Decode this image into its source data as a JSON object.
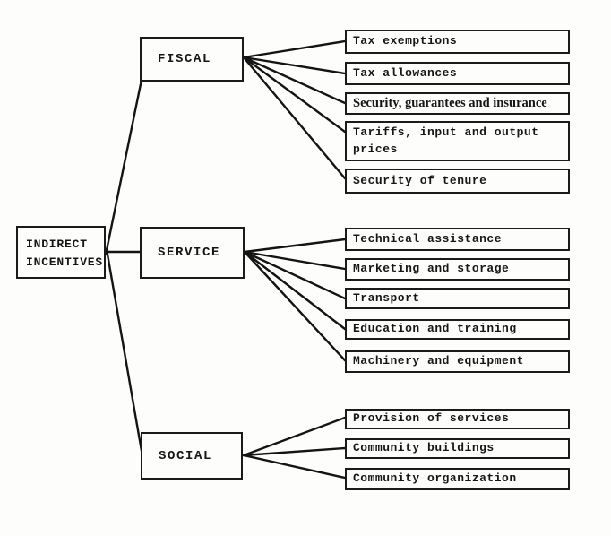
{
  "tree": {
    "root": {
      "line1": "INDIRECT",
      "line2": "INCENTIVES"
    },
    "branches": [
      {
        "label": "FISCAL",
        "leaves": [
          "Tax exemptions",
          "Tax allowances",
          "Security, guarantees and insurance",
          "Tariffs, input and output prices",
          "Security of tenure"
        ]
      },
      {
        "label": "SERVICE",
        "leaves": [
          "Technical assistance",
          "Marketing and storage",
          "Transport",
          "Education and training",
          "Machinery and equipment"
        ]
      },
      {
        "label": "SOCIAL",
        "leaves": [
          "Provision of services",
          "Community buildings",
          "Community organization"
        ]
      }
    ]
  },
  "colors": {
    "ink": "#1b1b1b",
    "paper": "#fdfdfb"
  }
}
